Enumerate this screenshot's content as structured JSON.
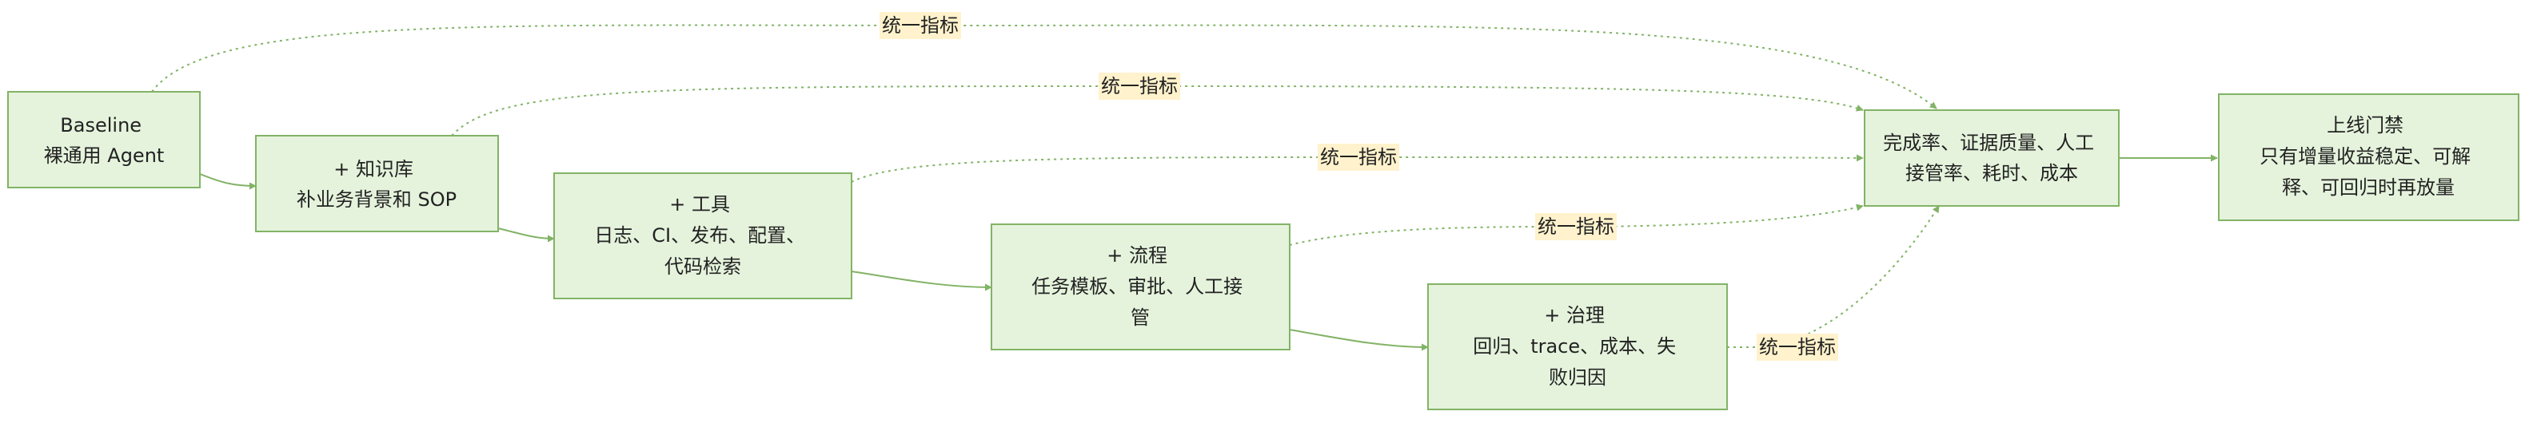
{
  "colors": {
    "node_fill": "#e5f3dc",
    "node_stroke": "#82b366",
    "edge": "#82b366",
    "label_bg": "#fff2cc",
    "text": "#222222"
  },
  "nodes": {
    "baseline": {
      "lines": [
        "Baseline",
        "裸通用 Agent"
      ]
    },
    "knowledge": {
      "lines": [
        "+ 知识库",
        "补业务背景和 SOP"
      ]
    },
    "tools": {
      "lines": [
        "+ 工具",
        "日志、CI、发布、配置、",
        "代码检索"
      ]
    },
    "process": {
      "lines": [
        "+ 流程",
        "任务模板、审批、人工接",
        "管"
      ]
    },
    "governance": {
      "lines": [
        "+ 治理",
        "回归、trace、成本、失",
        "败归因"
      ]
    },
    "metrics": {
      "lines": [
        "完成率、证据质量、人工",
        "接管率、耗时、成本"
      ]
    },
    "launch": {
      "lines": [
        "上线门禁",
        "只有增量收益稳定、可解",
        "释、可回归时再放量"
      ]
    }
  },
  "edge_labels": {
    "unified_metric": "统一指标"
  }
}
